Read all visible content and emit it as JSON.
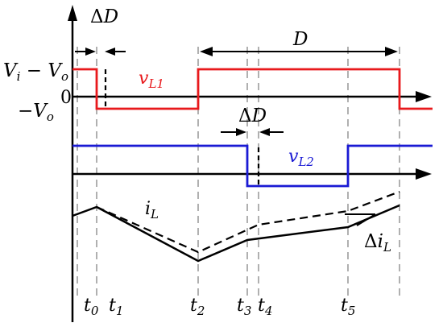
{
  "colors": {
    "vL1": "#e8191c",
    "vL2": "#1a1ad4",
    "axis": "#000000",
    "guide": "#b0b0b0"
  },
  "labels": {
    "delta_d_top": {
      "greek": "Δ",
      "main": "D"
    },
    "d_span": {
      "main": "D"
    },
    "delta_d_mid": {
      "greek": "Δ",
      "main": "D"
    },
    "vi_minus_vo": {
      "v1": "V",
      "s1": "i",
      "op": " − ",
      "v2": "V",
      "s2": "o"
    },
    "zero": "0",
    "minus_vo": {
      "op": "−",
      "v": "V",
      "s": "o"
    },
    "vL1": {
      "main": "v",
      "sub": "L1"
    },
    "vL2": {
      "main": "v",
      "sub": "L2"
    },
    "iL": {
      "main": "i",
      "sub": "L"
    },
    "delta_iL": {
      "greek": "Δ",
      "main": "i",
      "sub": "L"
    }
  },
  "time_markers": [
    {
      "main": "t",
      "sub": "0"
    },
    {
      "main": "t",
      "sub": "1"
    },
    {
      "main": "t",
      "sub": "2"
    },
    {
      "main": "t",
      "sub": "3"
    },
    {
      "main": "t",
      "sub": "4"
    },
    {
      "main": "t",
      "sub": "5"
    }
  ]
}
